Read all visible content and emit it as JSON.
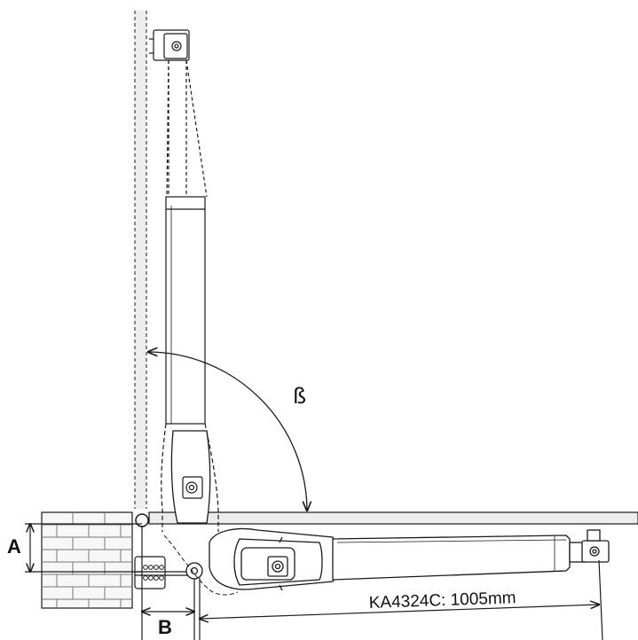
{
  "labels": {
    "dimension_a": "A",
    "dimension_b": "B",
    "angle": "ß",
    "model_length": "KA4324C: 1005mm"
  },
  "colors": {
    "line": "#1a1a1a",
    "gate_fill": "#efefef",
    "actuator_fill": "#ffffff",
    "brick_line": "#666666"
  }
}
